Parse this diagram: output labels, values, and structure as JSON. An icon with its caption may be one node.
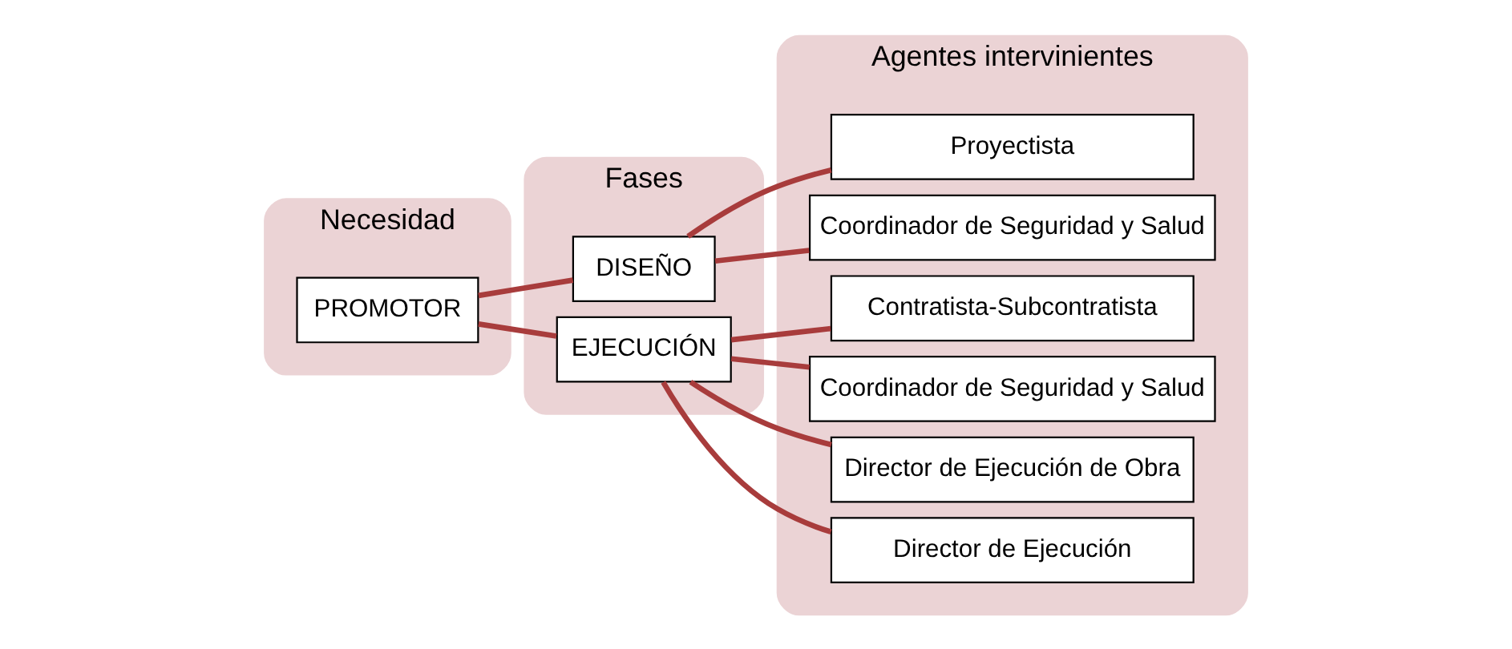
{
  "diagram": {
    "nodes": [
      {
        "text": [
          "Necesidad"
        ]
      },
      {
        "text": [
          "PROMOTOR"
        ],
        "in": 0
      },
      {
        "text": [
          "Fases"
        ]
      },
      {
        "text": [
          "DISEÑO"
        ],
        "in": 2
      },
      {
        "text": [
          "EJECUCIÓN"
        ],
        "in": 2
      },
      {
        "text": [
          "Agentes intervinientes"
        ]
      },
      {
        "text": [
          "Proyectista"
        ],
        "in": 5
      },
      {
        "text": [
          "Coordinador de Seguridad y Salud"
        ],
        "in": 5
      },
      {
        "text": [
          "Contratista-Subcontratista"
        ],
        "in": 5
      },
      {
        "text": [
          "Coordinador de Seguridad y Salud"
        ],
        "in": 5
      },
      {
        "text": [
          "Director de Ejecución de Obra"
        ],
        "in": 5
      },
      {
        "text": [
          "Director de Ejecución"
        ],
        "in": 5
      }
    ],
    "edges": [
      {
        "from": 1,
        "to": 3,
        "arrow": "none"
      },
      {
        "from": 1,
        "to": 4,
        "arrow": "none"
      },
      {
        "from": 3,
        "to": 6,
        "arrow": "none"
      },
      {
        "from": 3,
        "to": 7,
        "arrow": "none"
      },
      {
        "from": 4,
        "to": 8,
        "arrow": "none"
      },
      {
        "from": 4,
        "to": 9,
        "arrow": "none"
      },
      {
        "from": 4,
        "to": 10,
        "arrow": "none"
      },
      {
        "from": 4,
        "to": 11,
        "arrow": "none"
      }
    ]
  }
}
